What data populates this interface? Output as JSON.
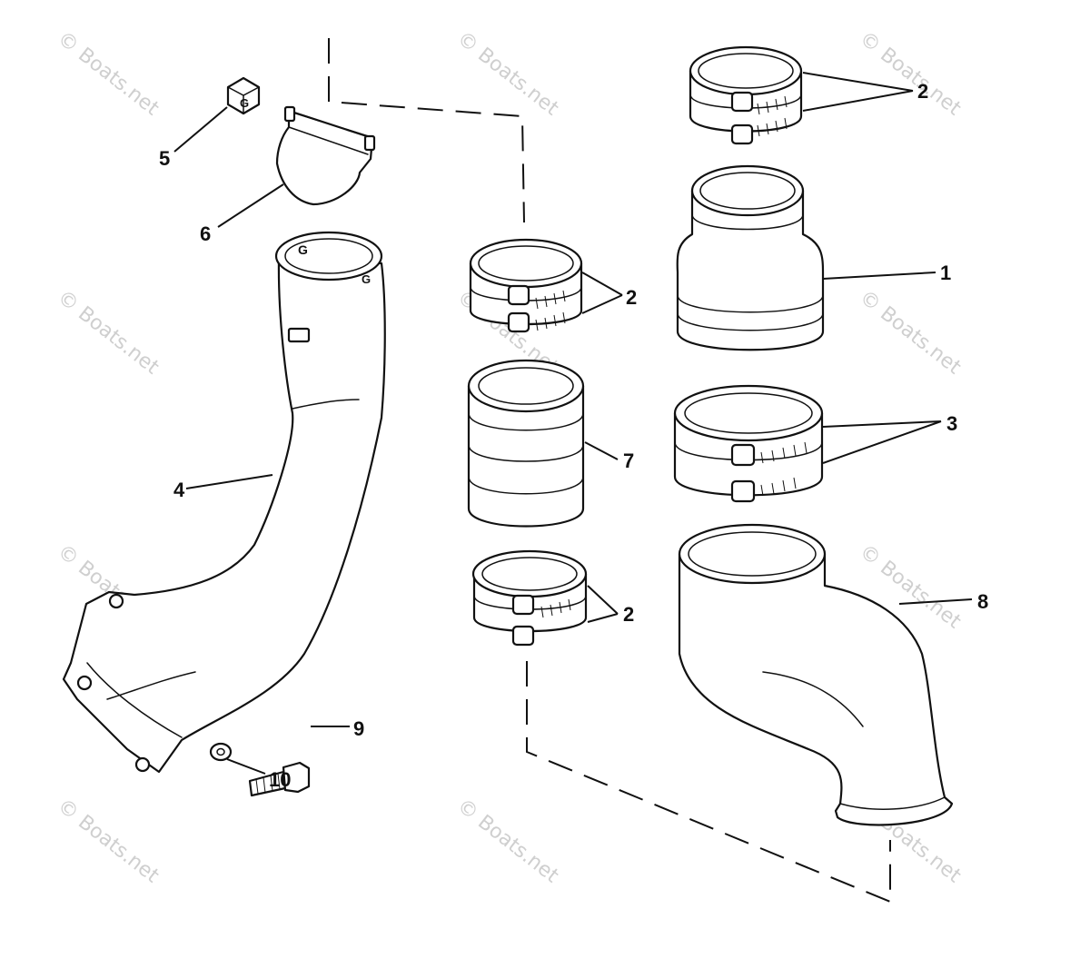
{
  "callouts": {
    "c1": "1",
    "c2a": "2",
    "c2b": "2",
    "c2c": "2",
    "c3": "3",
    "c4": "4",
    "c5": "5",
    "c6": "6",
    "c7": "7",
    "c8": "8",
    "c9": "9",
    "c10": "10"
  },
  "watermark": {
    "text": "© Boats.net"
  },
  "colors": {
    "line": "#111111",
    "background": "#ffffff",
    "watermark": "#cfcfcf"
  }
}
